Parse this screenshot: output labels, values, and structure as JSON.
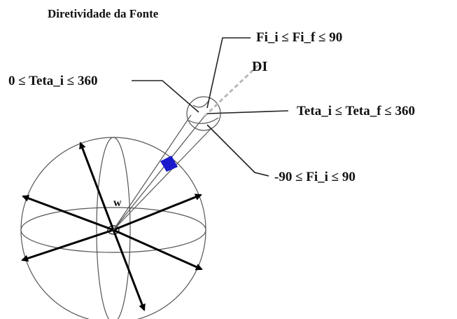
{
  "title": "Diretividade da Fonte",
  "labels": {
    "fi_range": "Fi_i ≤ Fi_f ≤ 90",
    "direction": "DI",
    "teta_i_range": "0 ≤ Teta_i ≤ 360",
    "teta_f_range": "Teta_i  ≤ Teta_f ≤ 360",
    "fi_i_range": "-90 ≤ Fi_i ≤ 90",
    "omega": "w"
  },
  "colors": {
    "element": "#1a1acc",
    "line": "#000000",
    "background": "#ffffff"
  }
}
